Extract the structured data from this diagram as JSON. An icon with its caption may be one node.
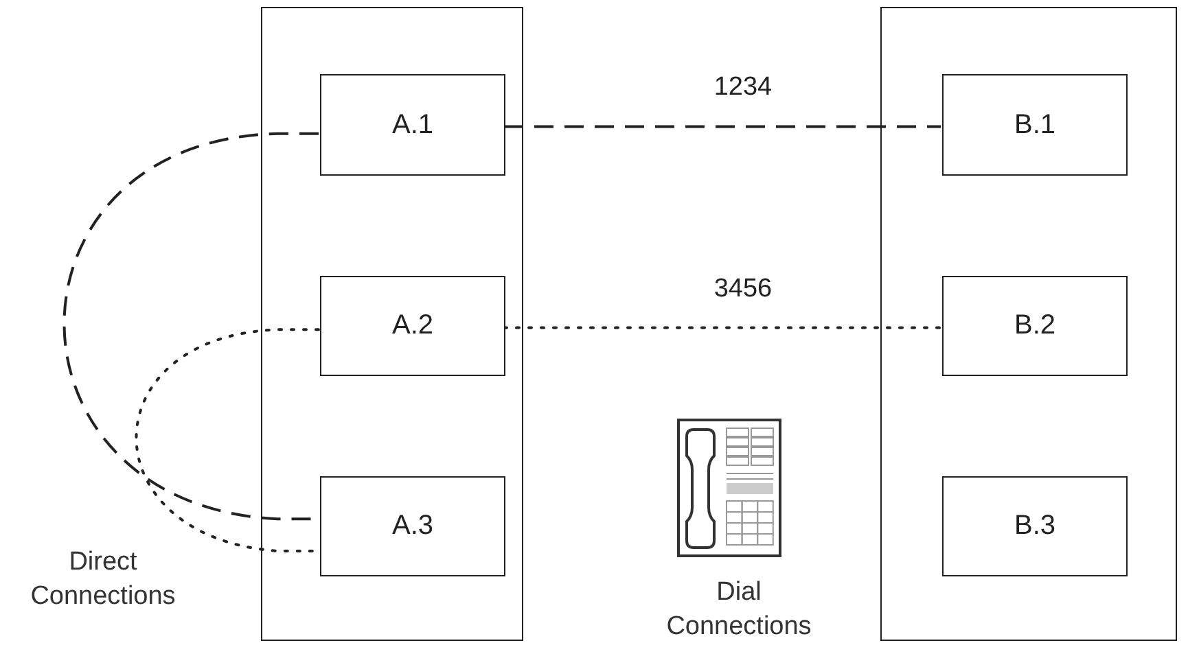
{
  "diagram": {
    "nodes": [
      {
        "text": [],
        "shape": "box"
      },
      {
        "text": [
          "A.1"
        ],
        "in": 0
      },
      {
        "text": [
          "A.2"
        ],
        "in": 0
      },
      {
        "text": [
          "A.3"
        ],
        "in": 0
      },
      {
        "text": [],
        "shape": "box"
      },
      {
        "text": [
          "B.1"
        ],
        "in": 4
      },
      {
        "text": [
          "B.2"
        ],
        "in": 4
      },
      {
        "text": [
          "B.3"
        ],
        "in": 4
      }
    ],
    "edges": [
      {
        "from": 1,
        "to": 5,
        "arrow": "none",
        "label": "1234",
        "style": "dashed"
      },
      {
        "from": 2,
        "to": 6,
        "arrow": "none",
        "label": "3456",
        "style": "dashed"
      },
      {
        "from": 1,
        "to": 3,
        "arrow": "none",
        "style": "dashed"
      },
      {
        "from": 2,
        "to": 3,
        "arrow": "none",
        "style": "dashed"
      }
    ],
    "labels": [
      "Direct Connections",
      "Dial Connections"
    ]
  }
}
